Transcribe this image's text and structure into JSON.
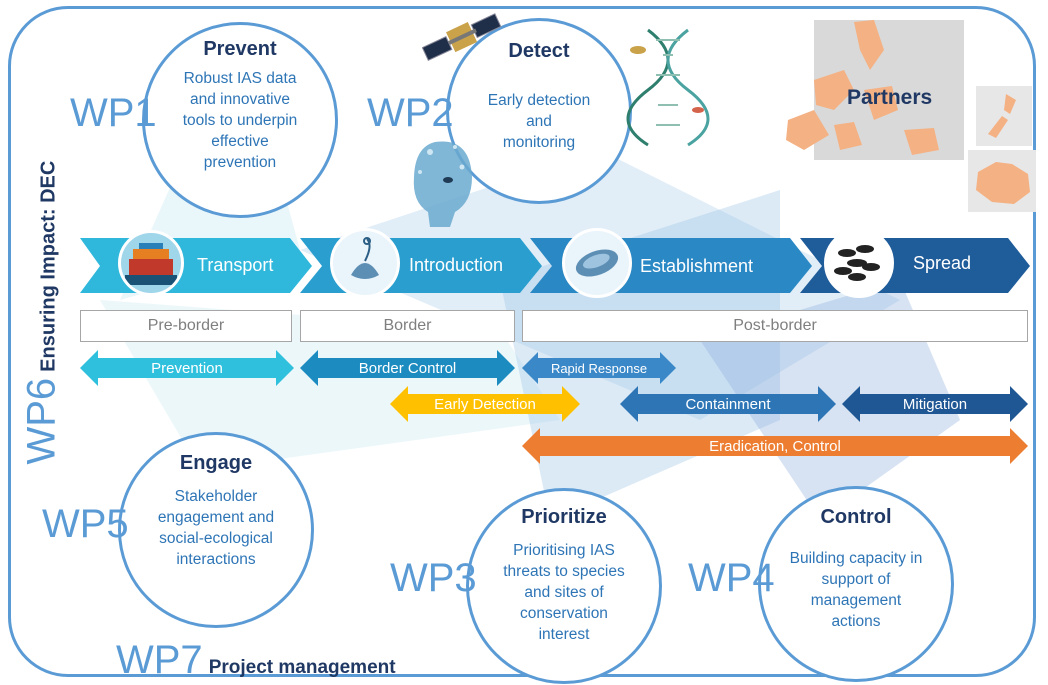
{
  "side_label": {
    "wp": "WP6",
    "text": "Ensuring Impact: DEC"
  },
  "bottom_label": {
    "wp": "WP7",
    "text": "Project management"
  },
  "work_packages": [
    {
      "wp": "WP1",
      "title": "Prevent",
      "lines": [
        "Robust IAS data",
        "and innovative",
        "tools to underpin",
        "effective",
        "prevention"
      ]
    },
    {
      "wp": "WP2",
      "title": "Detect",
      "lines": [
        "Early detection",
        "and",
        "monitoring"
      ]
    },
    {
      "wp": "WP3",
      "title": "Prioritize",
      "lines": [
        "Prioritising IAS",
        "threats to species",
        "and sites of",
        "conservation",
        "interest"
      ]
    },
    {
      "wp": "WP4",
      "title": "Control",
      "lines": [
        "Building capacity in",
        "support of",
        "management",
        "actions"
      ]
    },
    {
      "wp": "WP5",
      "title": "Engage",
      "lines": [
        "Stakeholder",
        "engagement and",
        "social-ecological",
        "interactions"
      ]
    }
  ],
  "partners_label": "Partners",
  "stages": [
    "Transport",
    "Introduction",
    "Establishment",
    "Spread"
  ],
  "phases": [
    "Pre-border",
    "Border",
    "Post-border"
  ],
  "management_arrows": [
    "Prevention",
    "Border Control",
    "Rapid Response",
    "Early Detection",
    "Containment",
    "Mitigation",
    "Eradication, Control"
  ],
  "colors": {
    "frame": "#5b9bd5",
    "title": "#1f3864",
    "body_text": "#2e75b6",
    "stage_1": "#2fb8dc",
    "stage_2": "#2a9fcf",
    "stage_3": "#2a88c4",
    "stage_4": "#1f5c9a",
    "prevention": "#2ec0dc",
    "border_control": "#1c8cc0",
    "rapid_response": "#3a88c8",
    "early_detection": "#ffc000",
    "containment": "#2e75b6",
    "mitigation": "#1f5694",
    "eradication": "#ed7d31"
  },
  "icons": [
    "satellite-icon",
    "dna-icon",
    "ai-face-icon",
    "ship-icon",
    "hydroid-icon",
    "mussel-icon",
    "mussel-cluster-icon",
    "europe-map-icon",
    "new-zealand-map-icon",
    "australia-map-icon"
  ]
}
